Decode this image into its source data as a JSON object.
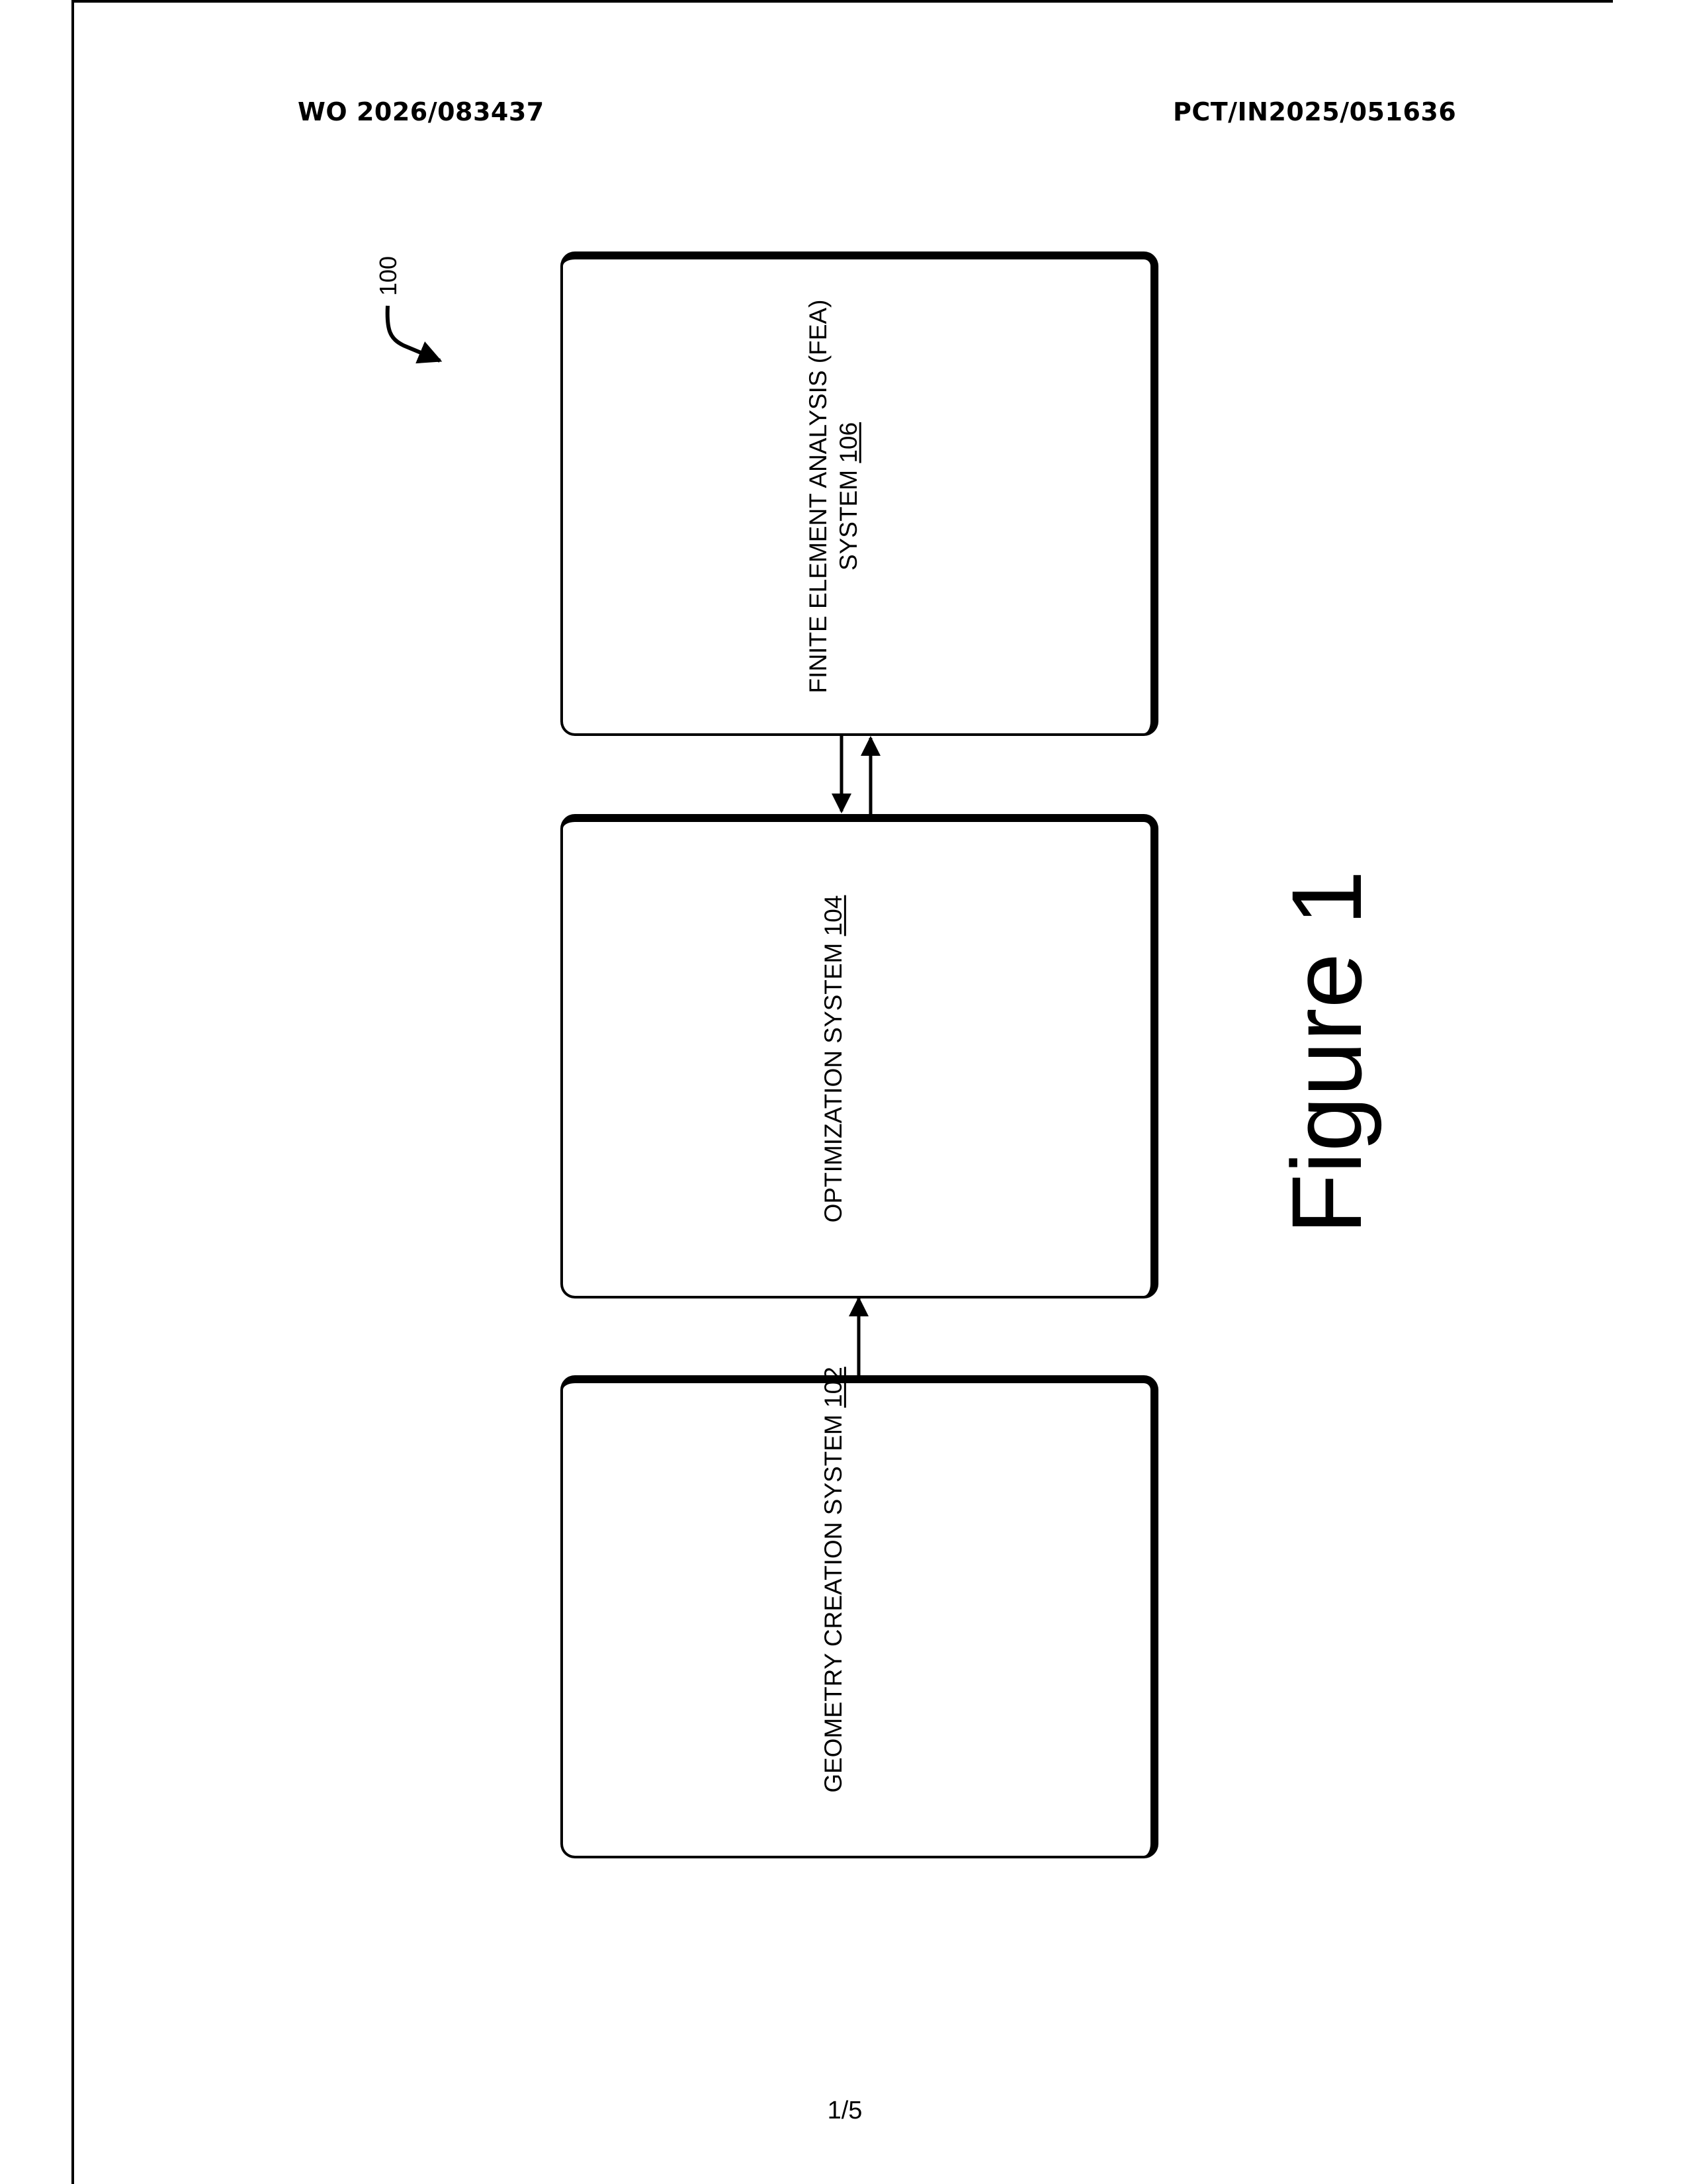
{
  "header": {
    "publication_number": "WO 2026/083437",
    "application_number": "PCT/IN2025/051636"
  },
  "diagram": {
    "reference": "100",
    "blocks": [
      {
        "id": "fea",
        "line1": "FINITE ELEMENT ANALYSIS (FEA)",
        "line2_text": "SYSTEM ",
        "ref": "106"
      },
      {
        "id": "optimization",
        "text": "OPTIMIZATION SYSTEM ",
        "ref": "104"
      },
      {
        "id": "geometry",
        "text": "GEOMETRY CREATION SYSTEM ",
        "ref": "102"
      }
    ],
    "connections": [
      {
        "from": "geometry",
        "to": "optimization",
        "direction": "one-way"
      },
      {
        "from": "optimization",
        "to": "fea",
        "direction": "one-way"
      },
      {
        "from": "fea",
        "to": "optimization",
        "direction": "one-way"
      }
    ]
  },
  "figure_label": "Figure 1",
  "page_number": "1/5"
}
